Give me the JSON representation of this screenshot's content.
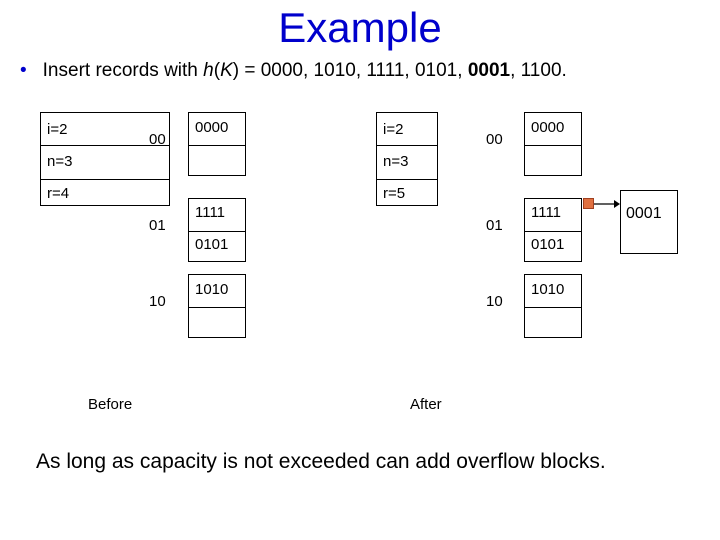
{
  "title": "Example",
  "bullet": {
    "prefix": "Insert records with ",
    "func": "h",
    "open": "(",
    "var": "K",
    "close": ") = 0000, 1010, 1111, 0101, ",
    "bold": "0001",
    "suffix": ", 1100."
  },
  "before": {
    "label": "Before",
    "params": [
      "i=2",
      "n=3",
      "r=4"
    ],
    "buckets": [
      {
        "key": "00",
        "records": [
          "0000",
          ""
        ]
      },
      {
        "key": "01",
        "records": [
          "1111",
          "0101"
        ]
      },
      {
        "key": "10",
        "records": [
          "1010",
          ""
        ]
      }
    ]
  },
  "after": {
    "label": "After",
    "params": [
      "i=2",
      "n=3",
      "r=5"
    ],
    "buckets": [
      {
        "key": "00",
        "records": [
          "0000",
          ""
        ]
      },
      {
        "key": "01",
        "records": [
          "1111",
          "0101"
        ]
      },
      {
        "key": "10",
        "records": [
          "1010",
          ""
        ]
      }
    ],
    "overflow": {
      "record": "0001"
    },
    "pointer_color": "#e07040"
  },
  "footnote": "As long as capacity is not exceeded can add overflow blocks."
}
